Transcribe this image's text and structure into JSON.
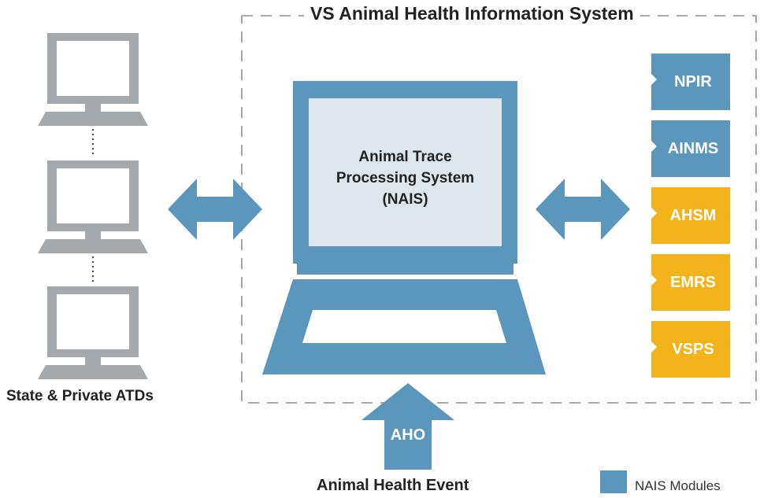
{
  "title": "VS Animal Health Information System",
  "left_caption": "State & Private ATDs",
  "center": {
    "line1": "Animal Trace",
    "line2": "Processing System",
    "line3": "(NAIS)"
  },
  "modules": [
    {
      "label": "NPIR",
      "color": "#5b97bd",
      "nais": true
    },
    {
      "label": "AINMS",
      "color": "#5b97bd",
      "nais": true
    },
    {
      "label": "AHSM",
      "color": "#f2b31b",
      "nais": false
    },
    {
      "label": "EMRS",
      "color": "#f2b31b",
      "nais": false
    },
    {
      "label": "VSPS",
      "color": "#f2b31b",
      "nais": false
    }
  ],
  "bottom_arrow_label": "AHO",
  "bottom_caption": "Animal Health Event",
  "legend": {
    "label": "NAIS Modules",
    "color": "#5b97bd"
  },
  "colors": {
    "blue": "#5b97bd",
    "gold": "#f2b31b",
    "gray": "#a3a9ad",
    "screen": "#dfe7ee"
  }
}
